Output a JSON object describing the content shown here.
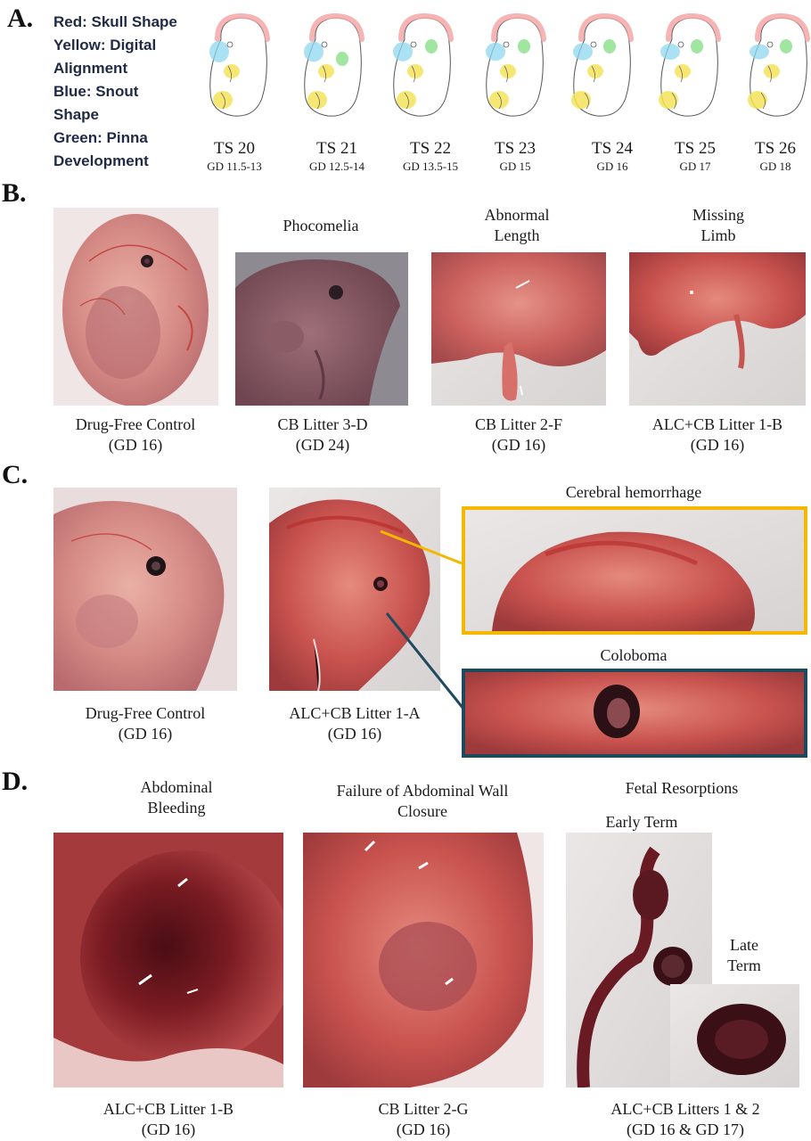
{
  "panels": {
    "a": "A.",
    "b": "B.",
    "c": "C.",
    "d": "D."
  },
  "legend": [
    "Red: Skull Shape",
    "Yellow: Digital",
    "Alignment",
    "Blue: Snout",
    "Shape",
    "Green: Pinna",
    "Development"
  ],
  "stages": [
    {
      "ts": "TS 20",
      "gd": "GD 11.5-13"
    },
    {
      "ts": "TS 21",
      "gd": "GD 12.5-14"
    },
    {
      "ts": "TS 22",
      "gd": "GD 13.5-15"
    },
    {
      "ts": "TS 23",
      "gd": "GD 15"
    },
    {
      "ts": "TS 24",
      "gd": "GD 16"
    },
    {
      "ts": "TS 25",
      "gd": "GD 17"
    },
    {
      "ts": "TS 26",
      "gd": "GD 18"
    }
  ],
  "colors": {
    "skull": "#f4a7a7",
    "digits": "#f5e35a",
    "snout": "#8fd8ef",
    "pinna": "#8fe08f",
    "hemorrhage_box": "#f5b800",
    "coloboma_box": "#1f4a5e"
  },
  "b": {
    "titles": {
      "phocomelia": "Phocomelia",
      "length1": "Abnormal",
      "length2": "Length",
      "missing1": "Missing",
      "missing2": "Limb"
    },
    "captions": [
      {
        "l1": "Drug-Free Control",
        "l2": "(GD 16)"
      },
      {
        "l1": "CB Litter 3-D",
        "l2": "(GD 24)"
      },
      {
        "l1": "CB Litter 2-F",
        "l2": "(GD 16)"
      },
      {
        "l1": "ALC+CB Litter 1-B",
        "l2": "(GD 16)"
      }
    ]
  },
  "c": {
    "hemorrhage_title": "Cerebral hemorrhage",
    "coloboma_title": "Coloboma",
    "captions": [
      {
        "l1": "Drug-Free Control",
        "l2": "(GD 16)"
      },
      {
        "l1": "ALC+CB Litter 1-A",
        "l2": "(GD 16)"
      }
    ]
  },
  "d": {
    "titles": {
      "bleeding1": "Abdominal",
      "bleeding2": "Bleeding",
      "wall1": "Failure of Abdominal Wall",
      "wall2": "Closure",
      "resorptions": "Fetal Resorptions",
      "early": "Early Term",
      "late1": "Late",
      "late2": "Term"
    },
    "captions": [
      {
        "l1": "ALC+CB Litter 1-B",
        "l2": "(GD 16)"
      },
      {
        "l1": "CB Litter 2-G",
        "l2": "(GD 16)"
      },
      {
        "l1": "ALC+CB Litters 1 & 2",
        "l2": "(GD 16 & GD 17)"
      }
    ]
  }
}
